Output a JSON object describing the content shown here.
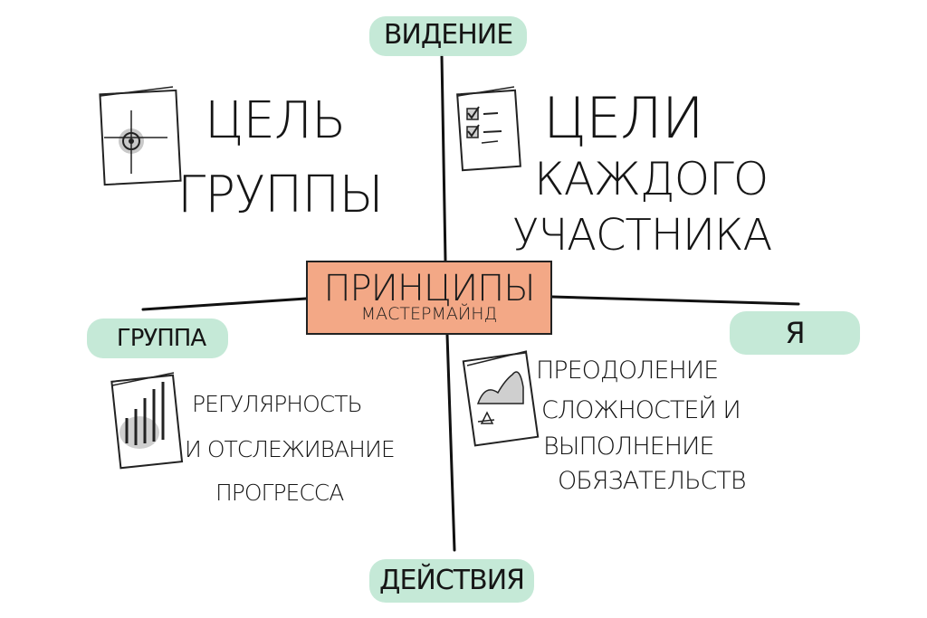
{
  "axis_labels": {
    "top": "ВИДЕНИЕ",
    "bottom": "ДЕЙСТВИЯ",
    "left": "ГРУППА",
    "right": "Я"
  },
  "center": {
    "title": "ПРИНЦИПЫ",
    "subtitle": "МАСТЕРМАЙНД"
  },
  "quadrants": {
    "top_left": {
      "line1": "ЦЕЛЬ",
      "line2": "ГРУППЫ",
      "icon": "target-icon"
    },
    "top_right": {
      "line1": "ЦЕЛИ",
      "line2": "КАЖДОГО",
      "line3": "УЧАСТНИКА",
      "icon": "checklist-icon"
    },
    "bottom_left": {
      "line1": "РЕГУЛЯРНОСТЬ",
      "line2": "И ОТСЛЕЖИВАНИЕ",
      "line3": "ПРОГРЕССА",
      "icon": "bar-chart-icon"
    },
    "bottom_right": {
      "line1": "ПРЕОДОЛЕНИЕ",
      "line2": "СЛОЖНОСТЕЙ И",
      "line3": "ВЫПОЛНЕНИЕ",
      "line4": "ОБЯЗАТЕЛЬСТВ",
      "icon": "mountain-icon"
    }
  },
  "colors": {
    "highlight": "#bfe7d3",
    "center_fill": "#f3a886",
    "ink": "#151515"
  }
}
